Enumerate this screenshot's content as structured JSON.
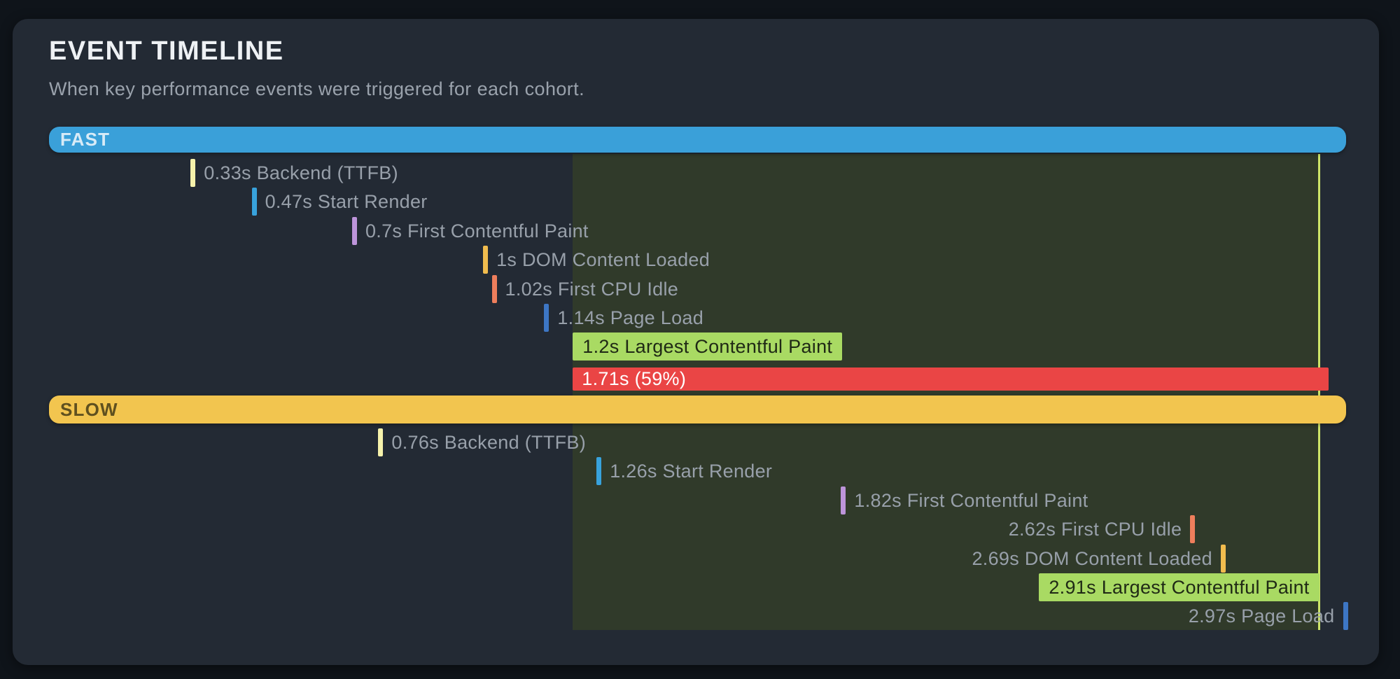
{
  "chart_data": {
    "type": "timeline",
    "title": "EVENT TIMELINE",
    "subtitle": "When key performance events were triggered for each cohort.",
    "x_range_s": [
      0,
      2.97
    ],
    "legend_position": "none",
    "grid": false,
    "highlight_band": {
      "from_s": 1.2,
      "to_s": 2.91,
      "band_color": "#303a2a",
      "edge_line_color": "#cde468"
    },
    "marker_colors": {
      "backend": "#f6f2ab",
      "start_render": "#38a2dc",
      "first_contentful_paint": "#bd94da",
      "dom_content_loaded": "#f1bc4e",
      "first_cpu_idle": "#ee7e5c",
      "page_load": "#3d76c4",
      "largest_contentful_paint": "#a9da63"
    },
    "lcp_box_text_color": "#1f2915",
    "event_label_color": "#98a0aa",
    "cohorts": [
      {
        "name": "FAST",
        "bar_color": "#3aa0d9",
        "bar_label_color": "#d8ebf7",
        "events": [
          {
            "time_s": 0.33,
            "label": "0.33s Backend (TTFB)",
            "type": "backend",
            "display": "tick",
            "label_side": "right"
          },
          {
            "time_s": 0.47,
            "label": "0.47s Start Render",
            "type": "start_render",
            "display": "tick",
            "label_side": "right"
          },
          {
            "time_s": 0.7,
            "label": "0.7s First Contentful Paint",
            "type": "first_contentful_paint",
            "display": "tick",
            "label_side": "right"
          },
          {
            "time_s": 1.0,
            "label": "1s DOM Content Loaded",
            "type": "dom_content_loaded",
            "display": "tick",
            "label_side": "right"
          },
          {
            "time_s": 1.02,
            "label": "1.02s First CPU Idle",
            "type": "first_cpu_idle",
            "display": "tick",
            "label_side": "right"
          },
          {
            "time_s": 1.14,
            "label": "1.14s Page Load",
            "type": "page_load",
            "display": "tick",
            "label_side": "right"
          },
          {
            "time_s": 1.2,
            "label": "1.2s Largest Contentful Paint",
            "type": "largest_contentful_paint",
            "display": "box",
            "align": "left"
          }
        ],
        "delta_bar": {
          "from_s": 1.2,
          "to_s": 2.91,
          "label": "1.71s (59%)",
          "color": "#ea4545",
          "text_color": "#ffffff"
        }
      },
      {
        "name": "SLOW",
        "bar_color": "#f2c54f",
        "bar_label_color": "#5f501f",
        "events": [
          {
            "time_s": 0.76,
            "label": "0.76s Backend (TTFB)",
            "type": "backend",
            "display": "tick",
            "label_side": "right"
          },
          {
            "time_s": 1.26,
            "label": "1.26s Start Render",
            "type": "start_render",
            "display": "tick",
            "label_side": "right"
          },
          {
            "time_s": 1.82,
            "label": "1.82s First Contentful Paint",
            "type": "first_contentful_paint",
            "display": "tick",
            "label_side": "right"
          },
          {
            "time_s": 2.62,
            "label": "2.62s First CPU Idle",
            "type": "first_cpu_idle",
            "display": "tick",
            "label_side": "left"
          },
          {
            "time_s": 2.69,
            "label": "2.69s DOM Content Loaded",
            "type": "dom_content_loaded",
            "display": "tick",
            "label_side": "left"
          },
          {
            "time_s": 2.91,
            "label": "2.91s Largest Contentful Paint",
            "type": "largest_contentful_paint",
            "display": "box",
            "align": "right"
          },
          {
            "time_s": 2.97,
            "label": "2.97s Page Load",
            "type": "page_load",
            "display": "tick",
            "label_side": "left"
          }
        ],
        "delta_bar": null
      }
    ]
  }
}
